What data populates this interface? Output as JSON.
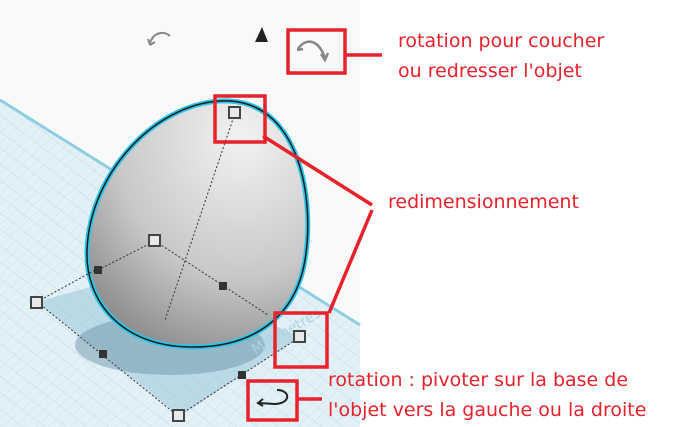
{
  "annotations": {
    "tilt_rotation": [
      "rotation pour coucher",
      "ou redresser l'objet"
    ],
    "resize": "redimensionnement",
    "base_rotation": [
      "rotation : pivoter sur la base de",
      "l'objet vers la gauche ou la droite"
    ]
  },
  "workplane_label": "Millimetres",
  "colors": {
    "annotation": "#e8212b",
    "selection_outline": "#2ec4e8",
    "workplane": "#cfe8f3"
  }
}
